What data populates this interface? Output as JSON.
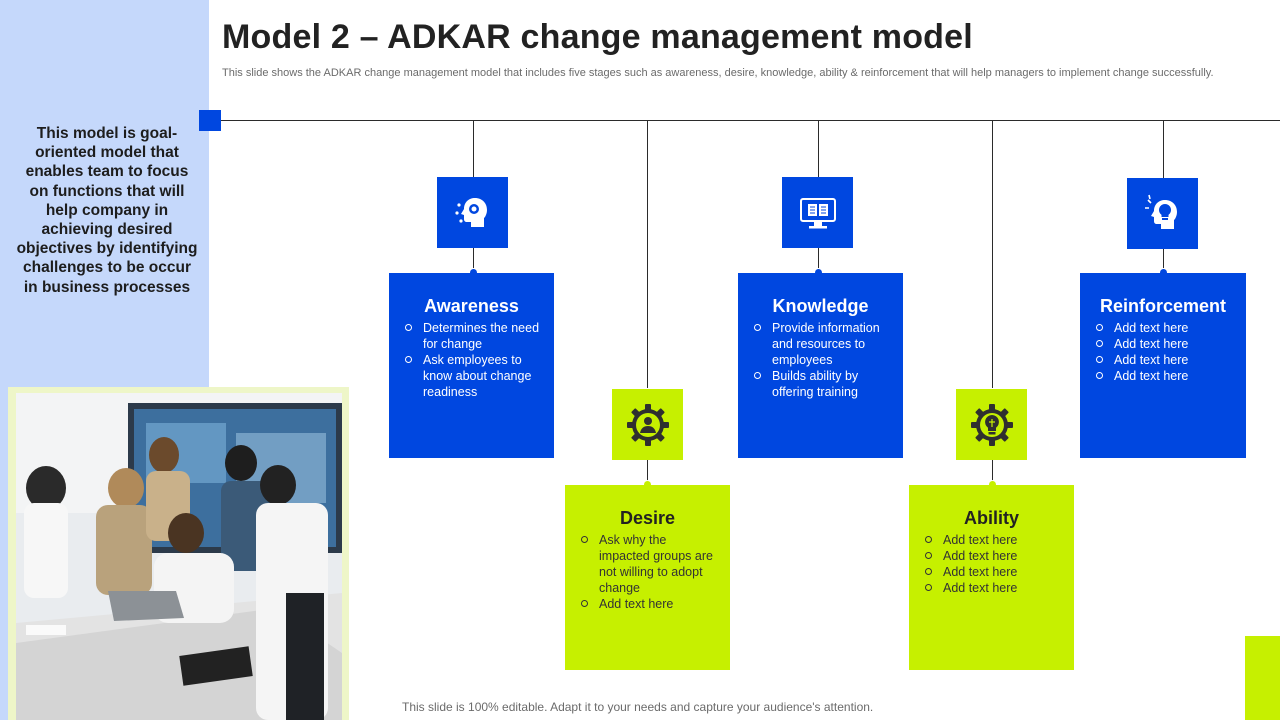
{
  "title": "Model 2 – ADKAR change management model",
  "subtitle": "This slide shows the ADKAR change management model that includes five stages such as awareness, desire, knowledge, ability & reinforcement that will help managers to implement change successfully.",
  "side_text": "This model is goal-oriented model that enables team to focus on functions that will help company in achieving desired objectives by identifying challenges to be occur in business processes",
  "footer": "This slide is 100% editable. Adapt it to your needs and capture your audience's attention.",
  "colors": {
    "blue": "#0047e0",
    "green": "#c6f000",
    "side_panel": "#c5d8fb"
  },
  "stages": [
    {
      "title": "Awareness",
      "icon": "head-gear-icon",
      "color": "blue",
      "bullets": [
        "Determines the need for change",
        "Ask employees to know about change readiness"
      ]
    },
    {
      "title": "Desire",
      "icon": "gear-person-icon",
      "color": "green",
      "bullets": [
        "Ask why the impacted groups are not willing to adopt change",
        "Add text here"
      ]
    },
    {
      "title": "Knowledge",
      "icon": "monitor-book-icon",
      "color": "blue",
      "bullets": [
        "Provide information and resources to employees",
        "Builds ability by offering training"
      ]
    },
    {
      "title": "Ability",
      "icon": "gear-bulb-icon",
      "color": "green",
      "bullets": [
        "Add text here",
        "Add text here",
        "Add text here",
        "Add text here"
      ]
    },
    {
      "title": "Reinforcement",
      "icon": "head-bulb-icon",
      "color": "blue",
      "bullets": [
        "Add text here",
        "Add text here",
        "Add text here",
        "Add text here"
      ]
    }
  ],
  "photo": {
    "icon": "team-meeting-photo"
  }
}
